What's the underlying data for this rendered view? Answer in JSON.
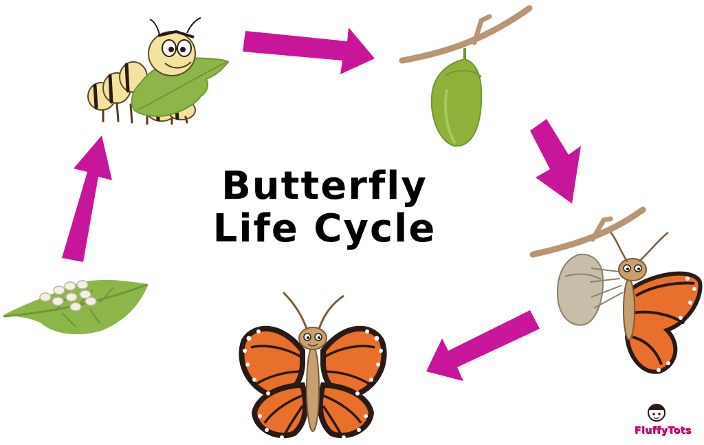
{
  "title": {
    "line1": "Butterfly",
    "line2": "Life Cycle"
  },
  "brand": "FluffyTots",
  "colors": {
    "arrow": "#c8169a",
    "leaf": "#8db64a",
    "leaf_dark": "#6e9633",
    "chrysalis": "#8fb13c",
    "branch": "#b89573",
    "wing_orange": "#e8702a",
    "wing_black": "#2a1a14",
    "larva_yellow": "#f3e3a0"
  },
  "stages": [
    "eggs-on-leaf",
    "caterpillar",
    "chrysalis",
    "emerging-butterfly",
    "adult-butterfly"
  ]
}
